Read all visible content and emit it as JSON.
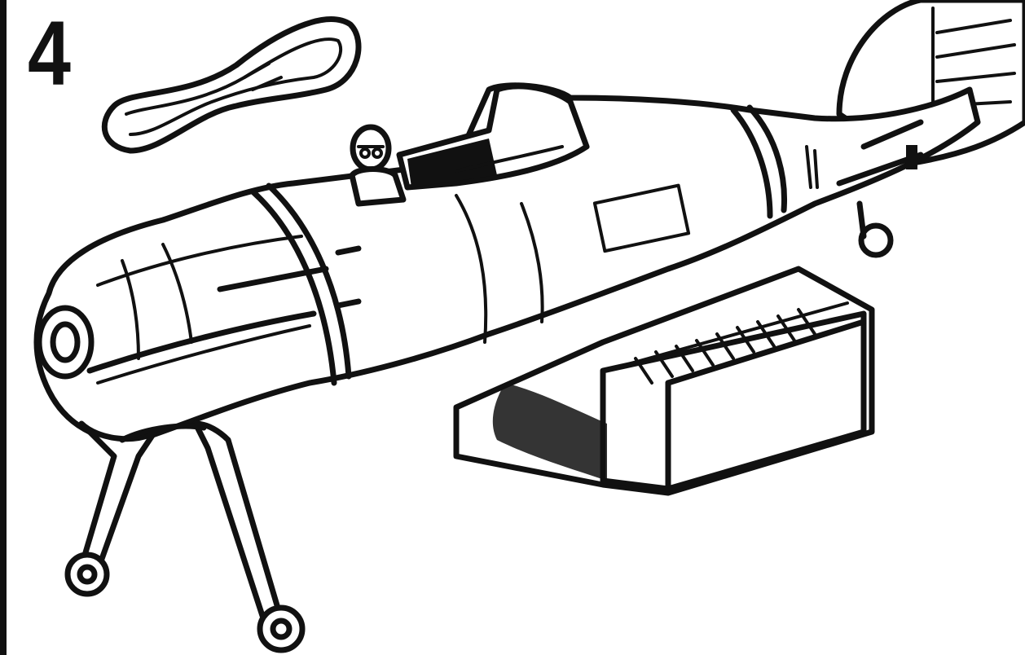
{
  "step": {
    "number": "4"
  },
  "illustration": {
    "parts": [
      "rubber-band",
      "aircraft-fuselage",
      "pilot-figure",
      "stand-legs",
      "display-base"
    ]
  },
  "colors": {
    "ink": "#111111",
    "paper": "#ffffff"
  }
}
